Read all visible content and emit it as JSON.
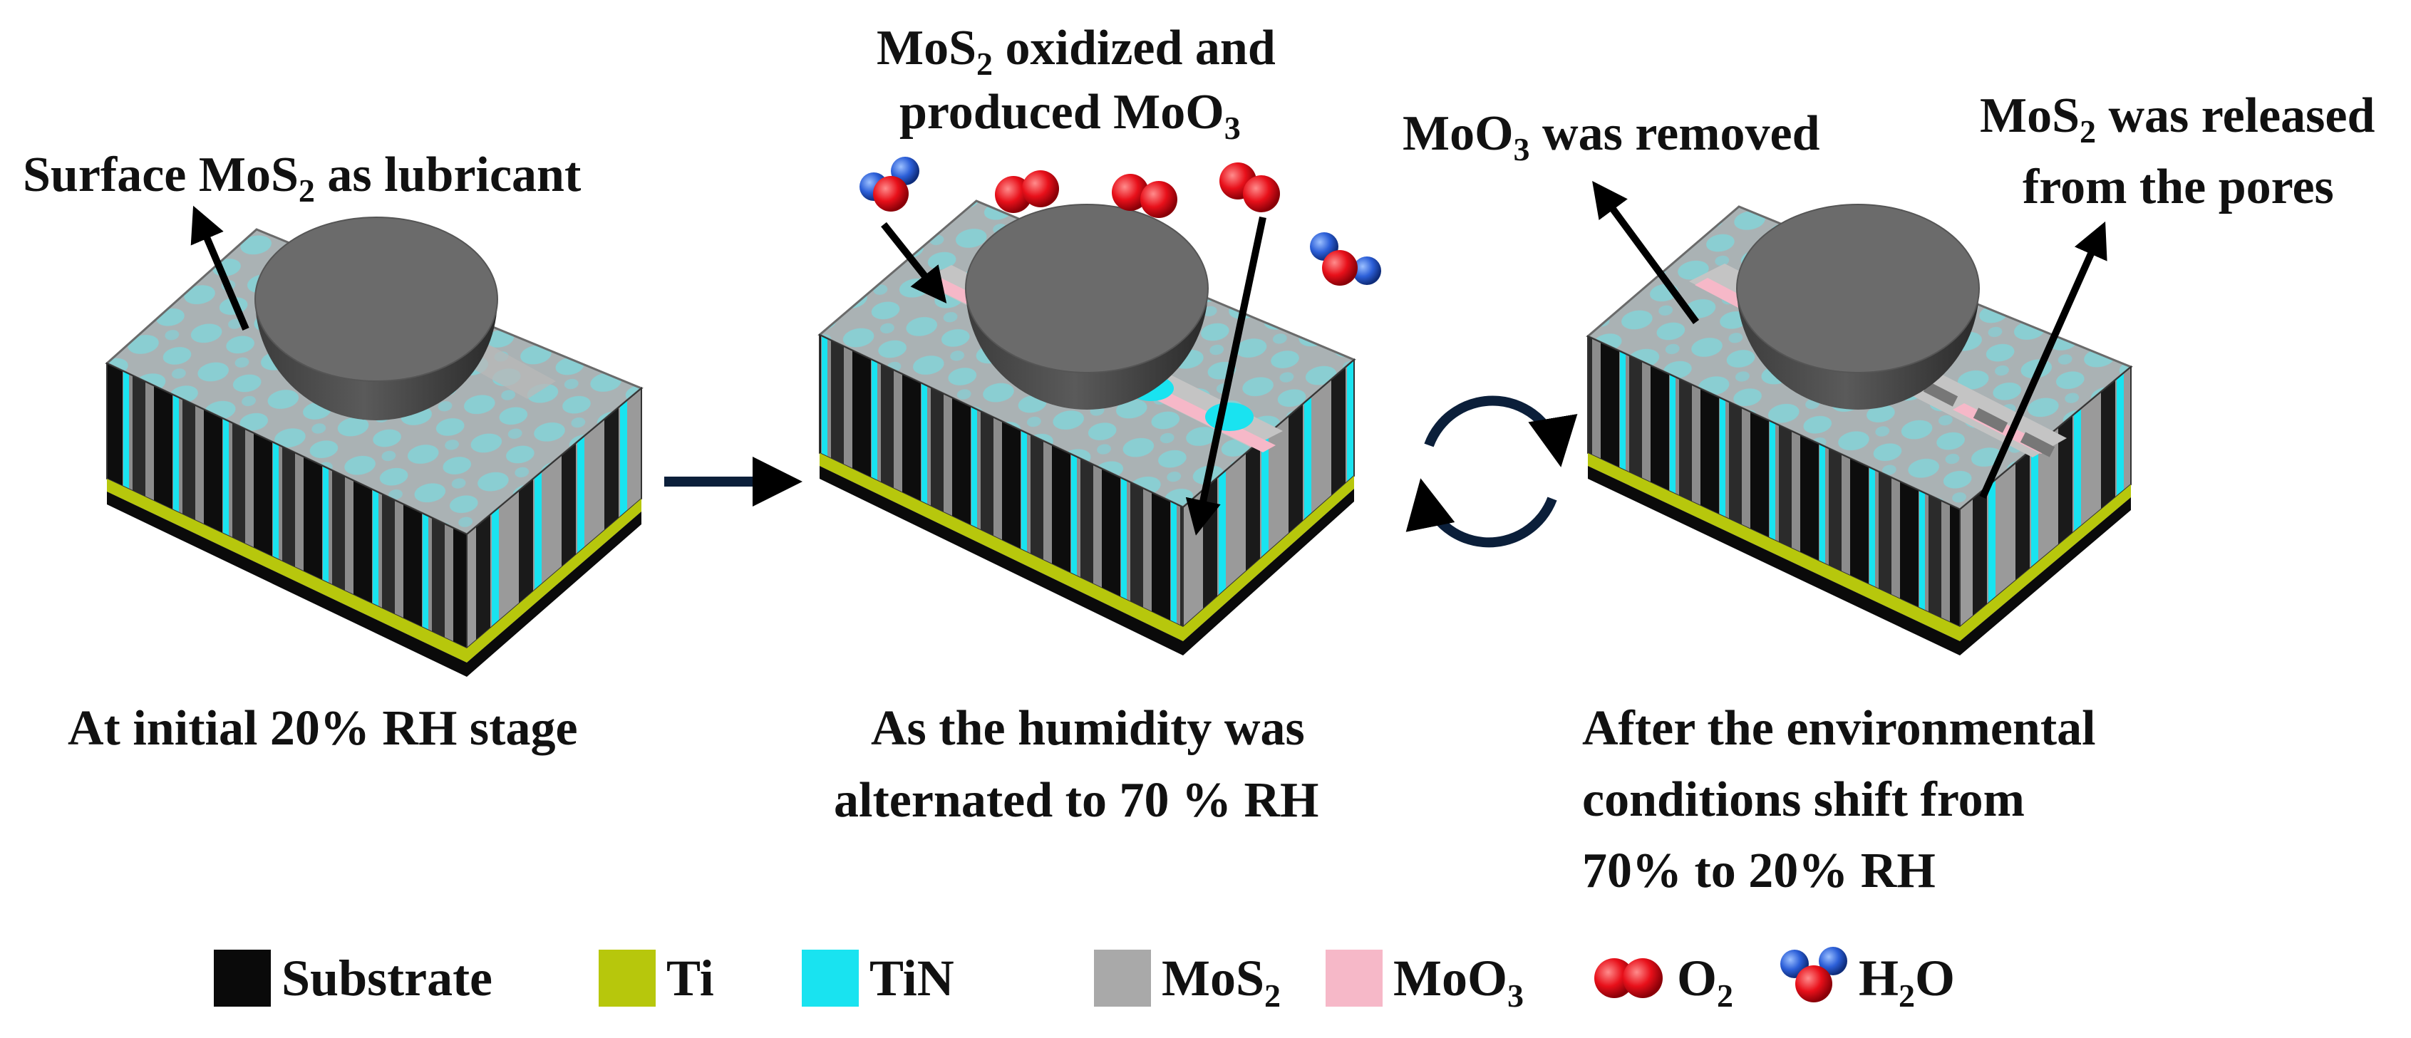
{
  "colors": {
    "substrate": "#0a0a0a",
    "ti": "#b7c70c",
    "tin": "#19e3f0",
    "mos2": "#a9a9a9",
    "moo3": "#f6b8c8",
    "o2": "#e8101a",
    "h2o_h": "#2c5fd8",
    "ball": "#606060",
    "background": "#ffffff"
  },
  "panels": [
    {
      "name": "initial",
      "caption_lines": [
        "At initial 20% RH stage"
      ],
      "annotations": [
        {
          "prefix": "Surface MoS",
          "sub": "2",
          "suffix": " as lubricant"
        }
      ]
    },
    {
      "name": "humid",
      "caption_lines": [
        "As the humidity was",
        "alternated to 70 % RH"
      ],
      "annotations": [
        {
          "prefix": "MoS",
          "sub": "2",
          "suffix": " oxidized and"
        },
        {
          "prefix": "produced MoO",
          "sub": "3",
          "suffix": ""
        }
      ]
    },
    {
      "name": "dry",
      "caption_lines": [
        "After the environmental",
        "conditions shift from",
        "70% to 20% RH"
      ],
      "annotations": [
        {
          "prefix": "MoO",
          "sub": "3",
          "suffix": " was removed"
        },
        {
          "prefix": "MoS",
          "sub": "2",
          "suffix": " was released"
        },
        {
          "prefix": "from the pores",
          "sub": "",
          "suffix": ""
        }
      ]
    }
  ],
  "legend": [
    {
      "swatch": "square",
      "color_key": "substrate",
      "prefix": "Substrate",
      "sub": "",
      "suffix": ""
    },
    {
      "swatch": "square",
      "color_key": "ti",
      "prefix": "Ti",
      "sub": "",
      "suffix": ""
    },
    {
      "swatch": "square",
      "color_key": "tin",
      "prefix": "TiN",
      "sub": "",
      "suffix": ""
    },
    {
      "swatch": "square",
      "color_key": "mos2",
      "prefix": "MoS",
      "sub": "2",
      "suffix": ""
    },
    {
      "swatch": "square",
      "color_key": "moo3",
      "prefix": "MoO",
      "sub": "3",
      "suffix": ""
    },
    {
      "swatch": "o2",
      "color_key": "o2",
      "prefix": "O",
      "sub": "2",
      "suffix": ""
    },
    {
      "swatch": "h2o",
      "color_key": "h2o_h",
      "prefix": "H",
      "sub": "2",
      "suffix": "O"
    }
  ]
}
